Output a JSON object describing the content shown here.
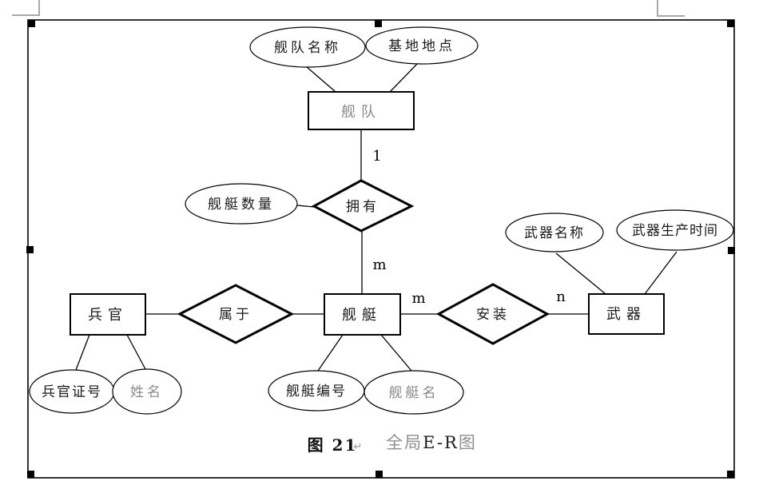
{
  "diagram": {
    "type": "entity-relationship",
    "entities": {
      "fleet": {
        "label": "舰队"
      },
      "officer": {
        "label": "兵官"
      },
      "ship": {
        "label": "舰艇"
      },
      "weapon": {
        "label": "武器"
      }
    },
    "relationships": {
      "owns": {
        "label": "拥有"
      },
      "belongs_to": {
        "label": "属于"
      },
      "installs": {
        "label": "安装"
      }
    },
    "attributes": {
      "fleet_name": {
        "label": "舰队名称",
        "of": "fleet"
      },
      "base_location": {
        "label": "基地地点",
        "of": "fleet"
      },
      "ship_count": {
        "label": "舰艇数量",
        "of": "owns"
      },
      "officer_id": {
        "label": "兵官证号",
        "of": "officer"
      },
      "person_name": {
        "label": "姓名",
        "of": "officer"
      },
      "ship_number": {
        "label": "舰艇编号",
        "of": "ship"
      },
      "ship_name": {
        "label": "舰艇名",
        "of": "ship"
      },
      "weapon_name": {
        "label": "武器名称",
        "of": "weapon"
      },
      "weapon_production_time": {
        "label": "武器生产时间",
        "of": "weapon"
      }
    },
    "cardinalities": {
      "fleet_owns": "1",
      "owns_ship": "m",
      "ship_installs": "m",
      "installs_weapon": "n"
    },
    "caption": {
      "figure_number": "图 21",
      "paragraph_mark": "↵",
      "title_prefix": "全局",
      "title_mid": "E-R",
      "title_suffix": "图"
    },
    "colors": {
      "line": "#000000",
      "gray_text": "#8a8a8a",
      "crop_mark": "#a8a8a8",
      "background": "#ffffff"
    }
  }
}
